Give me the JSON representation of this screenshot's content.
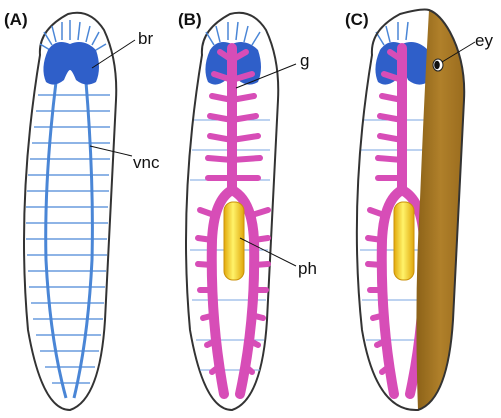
{
  "panels": [
    {
      "label": "(A)",
      "id": "A"
    },
    {
      "label": "(B)",
      "id": "B"
    },
    {
      "label": "(C)",
      "id": "C"
    }
  ],
  "callouts": {
    "br": "br",
    "vnc": "vnc",
    "g": "g",
    "ph": "ph",
    "ey": "ey"
  },
  "colors": {
    "nerve": "#4a86d6",
    "brain": "#2f5fc9",
    "gut": "#d74db7",
    "pharynx": "#f2cc12",
    "pigment": "#a57621",
    "outline": "#333333"
  }
}
